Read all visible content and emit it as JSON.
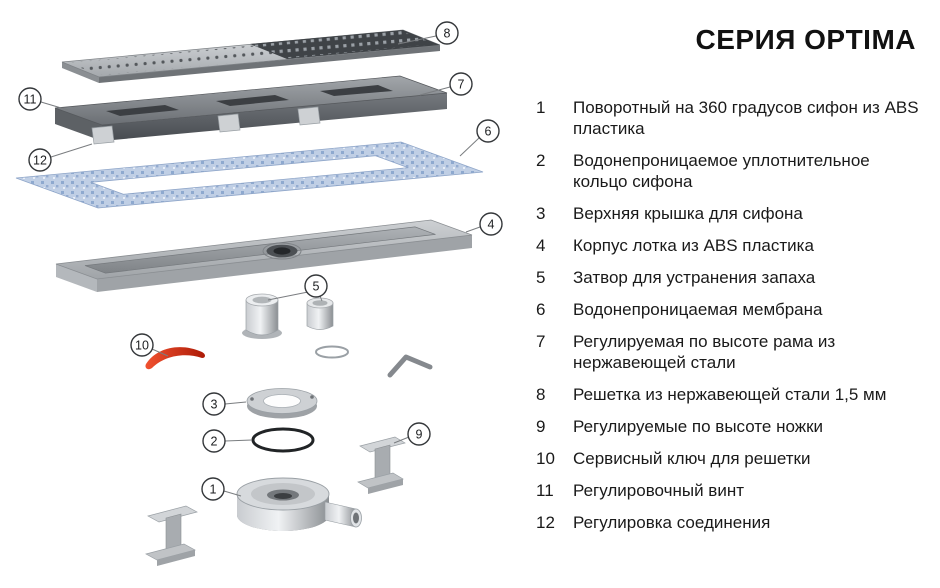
{
  "title": "СЕРИЯ OPTIMA",
  "legend": {
    "items": [
      {
        "num": "1",
        "text": "Поворотный на 360 градусов сифон из ABS пластика"
      },
      {
        "num": "2",
        "text": "Водонепроницаемое уплотнительное кольцо сифона"
      },
      {
        "num": "3",
        "text": "Верхняя крышка для сифона"
      },
      {
        "num": "4",
        "text": "Корпус лотка из ABS пластика"
      },
      {
        "num": "5",
        "text": "Затвор для устранения запаха"
      },
      {
        "num": "6",
        "text": "Водонепроницаемая мембрана"
      },
      {
        "num": "7",
        "text": "Регулируемая по высоте рама из нержавеющей стали"
      },
      {
        "num": "8",
        "text": "Решетка из нержавеющей стали 1,5 мм"
      },
      {
        "num": "9",
        "text": "Регулируемые по высоте ножки"
      },
      {
        "num": "10",
        "text": "Сервисный ключ для решетки"
      },
      {
        "num": "11",
        "text": "Регулировочный винт"
      },
      {
        "num": "12",
        "text": "Регулировка соединения"
      }
    ]
  },
  "callouts": {
    "c1": "1",
    "c2": "2",
    "c3": "3",
    "c4": "4",
    "c5": "5",
    "c6": "6",
    "c7": "7",
    "c8": "8",
    "c9": "9",
    "c10": "10",
    "c11": "11",
    "c12": "12"
  },
  "colors": {
    "accent_red": "#d23b22",
    "membrane_blue": "#b7c9e4",
    "metal_gray": "#a9adb1"
  }
}
